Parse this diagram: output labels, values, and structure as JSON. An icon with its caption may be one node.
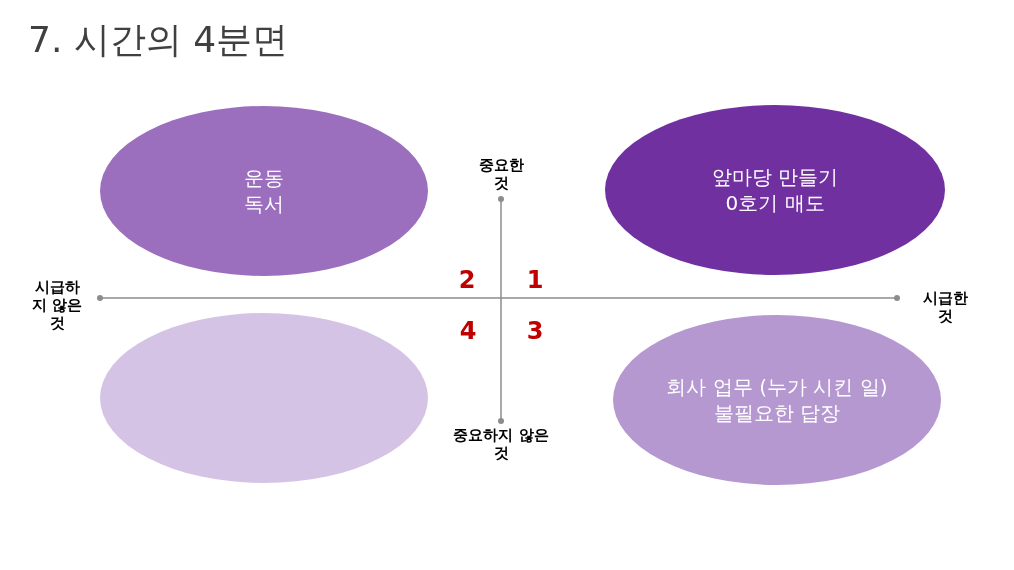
{
  "diagram": {
    "title": "7. 시간의 4분면",
    "nodes": [
      {
        "text": [
          "운동",
          "독서"
        ]
      },
      {
        "text": [
          "앞마당 만들기",
          "0호기 매도"
        ]
      },
      {
        "text": [],
        "shape": "ellipse"
      },
      {
        "text": [
          "회사 업무 (누가 시킨 일)",
          "불필요한 답장"
        ]
      }
    ],
    "labels": [
      "중요한 것",
      "시급하지 않은 것",
      "2",
      "1",
      "시급한 것",
      "4",
      "3",
      "중요하지 않은 것"
    ]
  }
}
